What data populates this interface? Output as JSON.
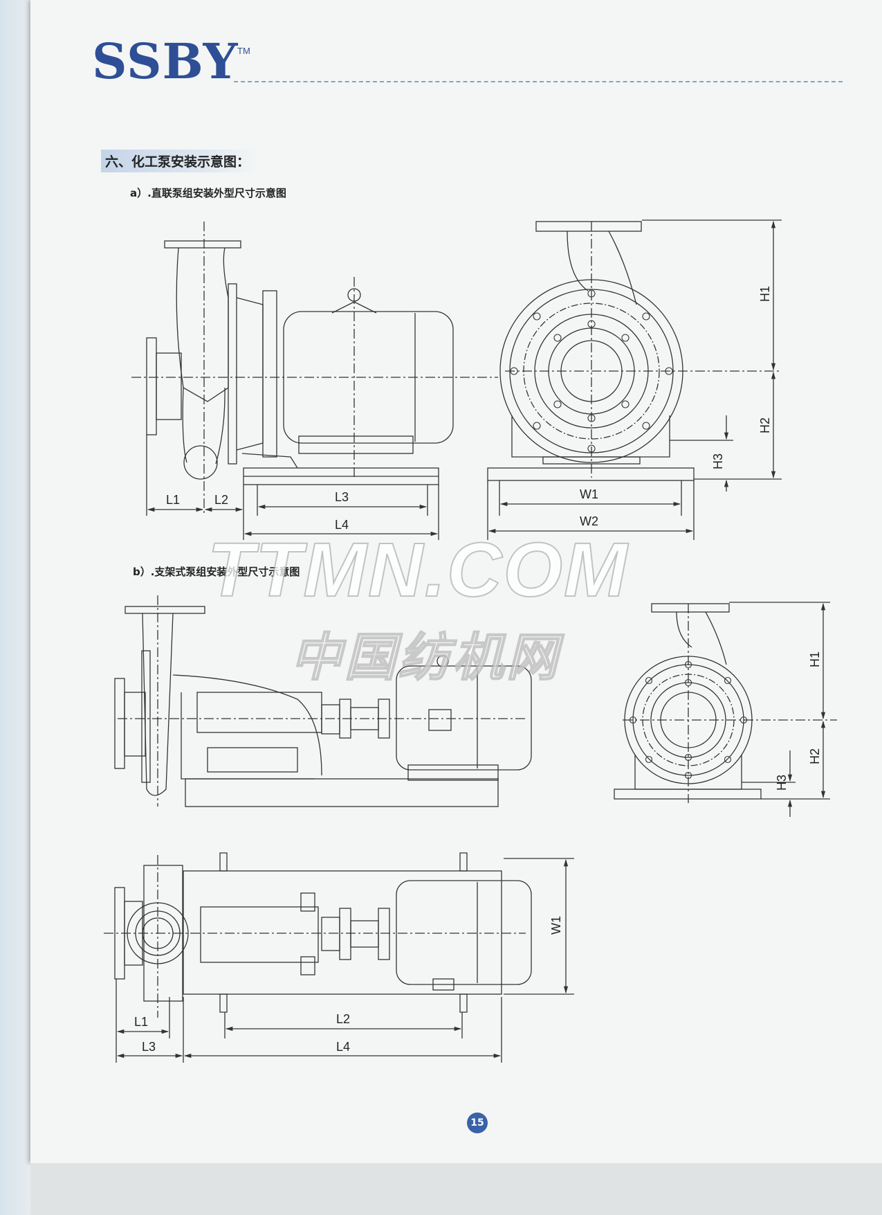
{
  "brand": {
    "logo": "SSBY",
    "trademark": "TM"
  },
  "section_title": "六、化工泵安装示意图：",
  "subtitle_a": "a）.直联泵组安装外型尺寸示意图",
  "subtitle_b": "b）.支架式泵组安装外型尺寸示意图",
  "watermark": {
    "line1": "TTMN.COM",
    "line2": "中国纺机网"
  },
  "dims_a": {
    "l1": "L1",
    "l2": "L2",
    "l3": "L3",
    "l4": "L4",
    "w1": "W1",
    "w2": "W2",
    "h1": "H1",
    "h2": "H2",
    "h3": "H3"
  },
  "dims_b_side": {
    "h1": "H1",
    "h2": "H2",
    "h3": "H3"
  },
  "dims_b_top": {
    "w1": "W1",
    "l1": "L1",
    "l2": "L2",
    "l3": "L3",
    "l4": "L4"
  },
  "page_number": "15",
  "colors": {
    "brand_blue": "#2e4f96",
    "line": "#333333"
  }
}
